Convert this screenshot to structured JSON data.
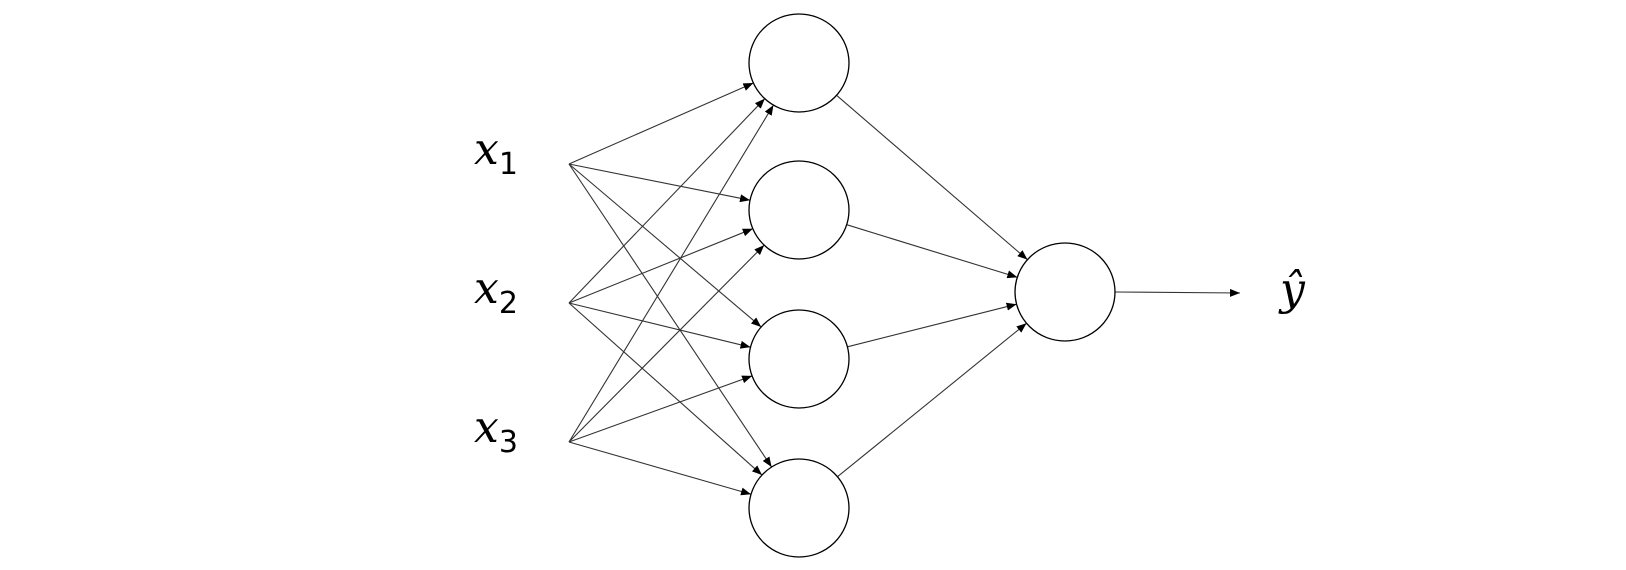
{
  "inputs": [
    {
      "var": "x",
      "sub": "1"
    },
    {
      "var": "x",
      "sub": "2"
    },
    {
      "var": "x",
      "sub": "3"
    }
  ],
  "hidden_layer_size": 4,
  "output_layer_size": 1,
  "output_label": "ŷ",
  "colors": {
    "stroke": "#000000",
    "line": "#333333",
    "background": "#ffffff"
  }
}
